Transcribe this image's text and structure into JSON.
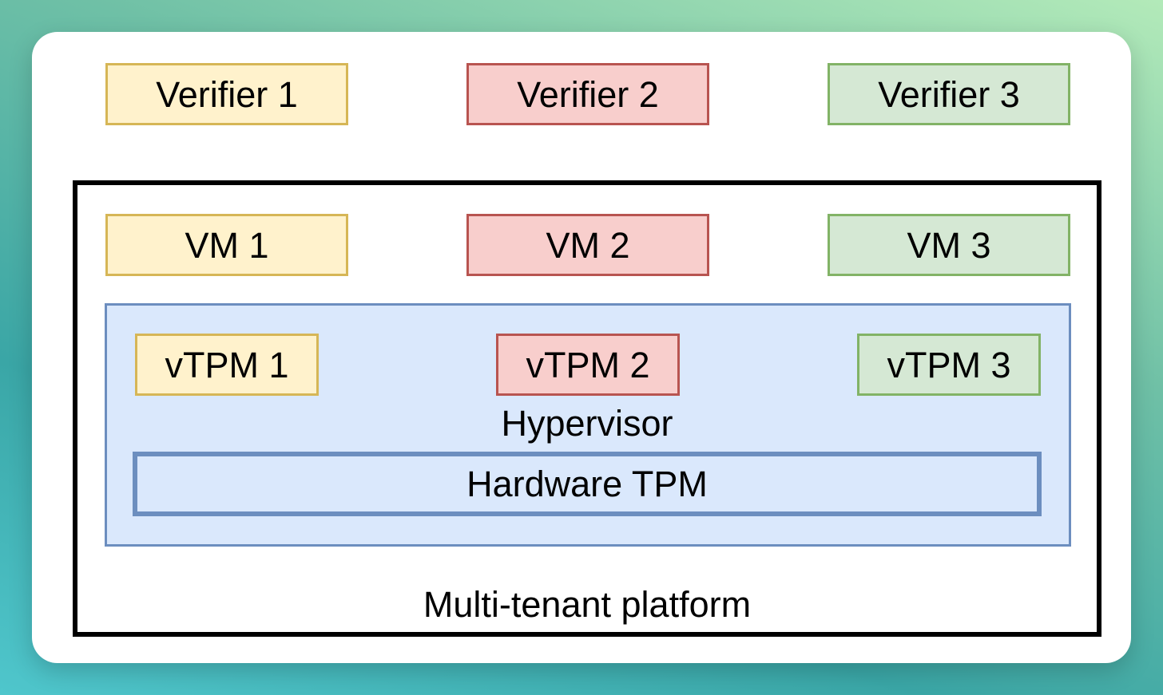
{
  "colors": {
    "yellow_fill": "#fff2cc",
    "yellow_stroke": "#d6b656",
    "red_fill": "#f8cecc",
    "red_stroke": "#b85450",
    "green_fill": "#d5e8d4",
    "green_stroke": "#82b366",
    "blue_fill": "#dae8fc",
    "blue_stroke": "#6c8ebf"
  },
  "verifiers": [
    {
      "label": "Verifier 1",
      "color": "yellow"
    },
    {
      "label": "Verifier 2",
      "color": "red"
    },
    {
      "label": "Verifier 3",
      "color": "green"
    }
  ],
  "platform": {
    "label": "Multi-tenant platform",
    "vms": [
      {
        "label": "VM 1",
        "color": "yellow"
      },
      {
        "label": "VM 2",
        "color": "red"
      },
      {
        "label": "VM 3",
        "color": "green"
      }
    ],
    "hypervisor": {
      "label": "Hypervisor",
      "vtpms": [
        {
          "label": "vTPM 1",
          "color": "yellow"
        },
        {
          "label": "vTPM 2",
          "color": "red"
        },
        {
          "label": "vTPM 3",
          "color": "green"
        }
      ],
      "hardware_tpm": {
        "label": "Hardware TPM"
      }
    }
  }
}
